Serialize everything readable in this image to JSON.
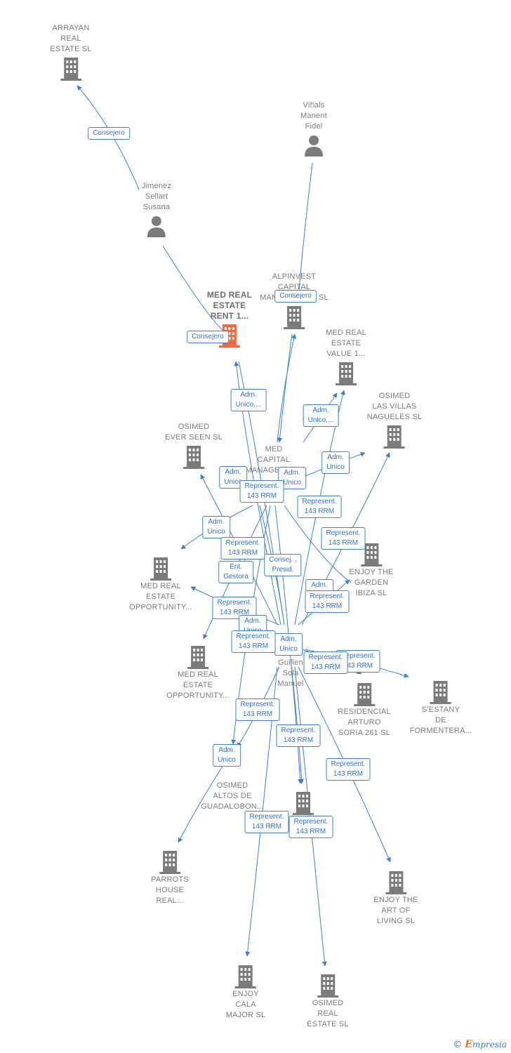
{
  "colors": {
    "edge": "#3a7fd5",
    "node_icon": "#7b7b7b",
    "focus_icon": "#f26a3b",
    "label": "#7a7a7a"
  },
  "nodes": {
    "arrayan": {
      "label": "ARRAYAN\nREAL\nESTATE  SL",
      "icon": "building-icon"
    },
    "vinals": {
      "label": "Viñals\nManent\nFidel",
      "icon": "person-icon"
    },
    "jimenez": {
      "label": "Jimenez\nSellart\nSusana",
      "icon": "person-icon"
    },
    "alpinvest": {
      "label": "ALPINVEST\nCAPITAL\nMANAGEMENT  SL",
      "icon": "building-icon"
    },
    "rent": {
      "label": "MED REAL\nESTATE\nRENT 1...",
      "icon": "building-icon"
    },
    "value": {
      "label": "MED REAL\nESTATE\nVALUE 1...",
      "icon": "building-icon"
    },
    "lasvillas": {
      "label": "OSIMED\nLAS VILLAS\nNAGUELES  SL",
      "icon": "building-icon"
    },
    "eversee": {
      "label": "OSIMED\nEVER SEEN  SL",
      "icon": "building-icon"
    },
    "medcapital": {
      "label": "MED\nCAPITAL\nMANAGEMENT",
      "icon": "building-icon"
    },
    "garden": {
      "label": "ENJOY THE\nGARDEN\nIBIZA  SL",
      "icon": "building-icon"
    },
    "opp1": {
      "label": "MED REAL\nESTATE\nOPPORTUNITY...",
      "icon": "building-icon"
    },
    "opp2": {
      "label": "MED REAL\nESTATE\nOPPORTUNITY...",
      "icon": "building-icon"
    },
    "guillen": {
      "label": "Guillen\nSola\nManuel",
      "icon": "person-icon"
    },
    "arturo": {
      "label": "RESIDENCIAL\nARTURO\nSORIA 261  SL",
      "icon": "building-icon"
    },
    "sestany": {
      "label": "S'ESTANY\nDE\nFORMENTERA...",
      "icon": "building-icon"
    },
    "altos": {
      "label": "OSIMED\nALTOS DE\nGUADALOBON...",
      "icon": "building-icon"
    },
    "center": {
      "label": "",
      "icon": "building-icon"
    },
    "parrots": {
      "label": "PARROTS\nHOUSE\nREAL...",
      "icon": "building-icon"
    },
    "artofliving": {
      "label": "ENJOY THE\nART OF\nLIVING  SL",
      "icon": "building-icon"
    },
    "calamajor": {
      "label": "ENJOY\nCALA\nMAJOR  SL",
      "icon": "building-icon"
    },
    "osimedre": {
      "label": "OSIMED\nREAL\nESTATE  SL",
      "icon": "building-icon"
    }
  },
  "edge_labels": [
    {
      "id": "consejero-1",
      "text": "Consejero"
    },
    {
      "id": "consejero-2",
      "text": "Consejero"
    },
    {
      "id": "consejero-3",
      "text": "Consejero"
    },
    {
      "id": "adm-unico-etc-1",
      "text": "Adm.\nUnico,..."
    },
    {
      "id": "adm-unico-etc-2",
      "text": "Adm.\nUnico,..."
    },
    {
      "id": "adm-unico-1",
      "text": "Adm.\nUnico"
    },
    {
      "id": "adm-unico-2",
      "text": "Adm.\nUnico"
    },
    {
      "id": "adm-unico-3",
      "text": "Adm.\nUnico"
    },
    {
      "id": "represent-1",
      "text": "Represent.\n143 RRM"
    },
    {
      "id": "represent-2",
      "text": "Represent.\n143 RRM"
    },
    {
      "id": "adm-unico-4",
      "text": "Adm.\nUnico"
    },
    {
      "id": "represent-3",
      "text": "Represent.\n143 RRM"
    },
    {
      "id": "represent-4",
      "text": "Represent.\n143 RRM"
    },
    {
      "id": "consej-presid",
      "text": "Consej. ,\nPresid."
    },
    {
      "id": "ent-gestora",
      "text": "Ent.\nGestora"
    },
    {
      "id": "adm-unico-5",
      "text": "Adm.\nUnico"
    },
    {
      "id": "represent-5",
      "text": "Represent.\n143 RRM"
    },
    {
      "id": "represent-6",
      "text": "Represent.\n143 RRM"
    },
    {
      "id": "adm-unico-6",
      "text": "Adm.\nUnico"
    },
    {
      "id": "adm-unico-7",
      "text": "Adm.\nUnico"
    },
    {
      "id": "represent-7",
      "text": "Represent.\n143 RRM"
    },
    {
      "id": "represent-8",
      "text": "Represent.\n143 RRM"
    },
    {
      "id": "represent-9",
      "text": "Represent.\n143 RRM"
    },
    {
      "id": "represent-10",
      "text": "Represent.\n143 RRM"
    },
    {
      "id": "adm-unico-8",
      "text": "Adm.\nUnico"
    },
    {
      "id": "represent-11",
      "text": "Represent.\n143 RRM"
    },
    {
      "id": "represent-12",
      "text": "Represent.\n143 RRM"
    },
    {
      "id": "represent-13",
      "text": "Represent.\n143 RRM"
    }
  ],
  "brand": {
    "copyright": "©",
    "initial": "E",
    "name": "mpresia"
  }
}
